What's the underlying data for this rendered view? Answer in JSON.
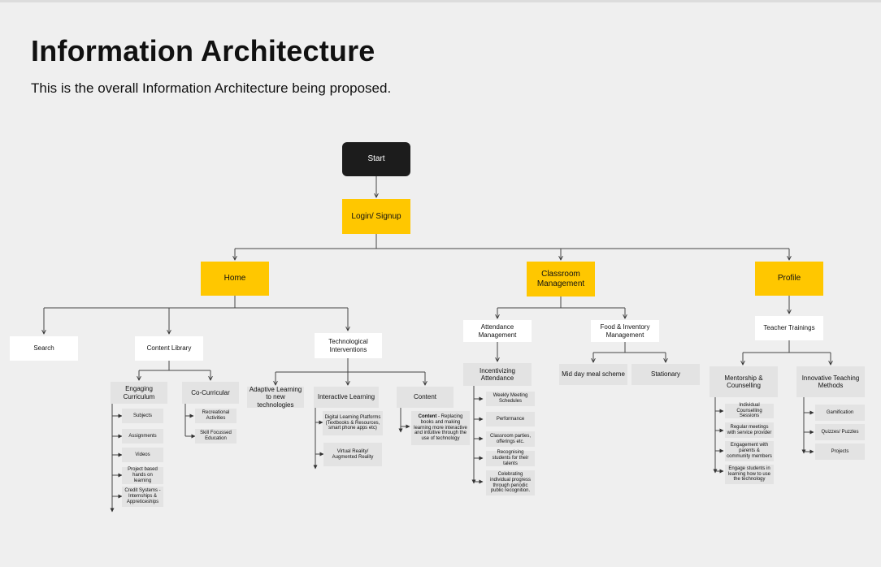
{
  "header": {
    "title": "Information Architecture",
    "subtitle": "This is the overall Information Architecture being proposed."
  },
  "diagram": {
    "start": "Start",
    "login": "Login/ Signup",
    "home": {
      "label": "Home",
      "search": "Search",
      "content_library": {
        "label": "Content Library",
        "engaging_curriculum": {
          "label": "Engaging Curriculum",
          "items": [
            "Subjects",
            "Assignments",
            "Videos",
            "Project based hands on learning",
            "Credit Systems - Internships & Appreticeships"
          ]
        },
        "co_curricular": {
          "label": "Co-Curricular",
          "items": [
            "Recreational Activities",
            "Skill Focussed Education"
          ]
        }
      },
      "tech_interventions": {
        "label": "Technological Interventions",
        "adaptive_learning": "Adaptive Learning to new technologies",
        "interactive_learning": {
          "label": "Interactive Learning",
          "items": [
            "Digital Learning Platforms (Textbooks & Resources, smart phone apps etc)",
            "Virtual Reality/ Augmented Reality"
          ]
        },
        "content": {
          "label": "Content",
          "detail_bold": "Content",
          "detail_text": " - Replacing books and making learning more interactive and intuitive through the use of technology"
        }
      }
    },
    "classroom": {
      "label": "Classroom Management",
      "attendance": {
        "label": "Attendance Management",
        "incentivizing": {
          "label": "Incentivizing Attendance",
          "items": [
            "Weekly Meeting Schedules",
            "Performance",
            "Classroom parties, offerings etc.",
            "Recognising students for their talents",
            "Celebrating individual progress through periodic public recognition."
          ]
        }
      },
      "food": {
        "label": "Food & Inventory Management",
        "items": [
          "Mid day meal scheme",
          "Stationary"
        ]
      }
    },
    "profile": {
      "label": "Profile",
      "teacher_trainings": {
        "label": "Teacher Trainings",
        "mentorship": {
          "label": "Mentorship & Counselling",
          "items": [
            "Individual Counselling Sessions",
            "Regular meetings with service provider",
            "Engagement with parents & community members",
            "Engage students in learning how to use the technology"
          ]
        },
        "innovative": {
          "label": "Innovative Teaching Methods",
          "items": [
            "Gamification",
            "Quizzes/ Puzzles",
            "Projects"
          ]
        }
      }
    }
  }
}
